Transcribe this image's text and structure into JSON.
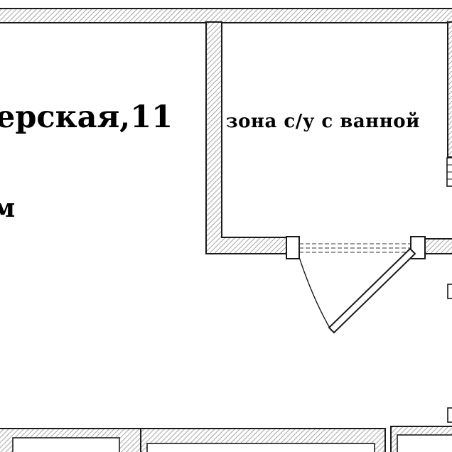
{
  "plan": {
    "address_label": "ерская,11",
    "area_label": "м",
    "room_label": "зона с/у с ванной"
  },
  "colors": {
    "wall_outline": "#1a1a1a",
    "wall_hatch": "#9a9a9a",
    "background": "#ffffff"
  }
}
